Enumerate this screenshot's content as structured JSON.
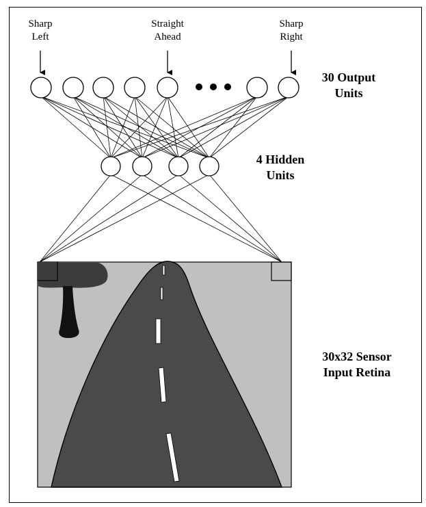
{
  "labels": {
    "sharp_left": [
      "Sharp",
      "Left"
    ],
    "straight_ahead": [
      "Straight",
      "Ahead"
    ],
    "sharp_right": [
      "Sharp",
      "Right"
    ],
    "output_units": [
      "30 Output",
      "Units"
    ],
    "hidden_units": [
      "4 Hidden",
      "Units"
    ],
    "sensor_retina": [
      "30x32 Sensor",
      "Input Retina"
    ]
  },
  "network": {
    "output_unit_count": 30,
    "hidden_unit_count": 4,
    "input_retina_size": "30x32"
  },
  "colors": {
    "road": "#4a4a4a",
    "background": "#c0c0c0",
    "lane_marking": "#ffffff",
    "tree": "#3c3c3c",
    "tree_trunk": "#111111"
  }
}
